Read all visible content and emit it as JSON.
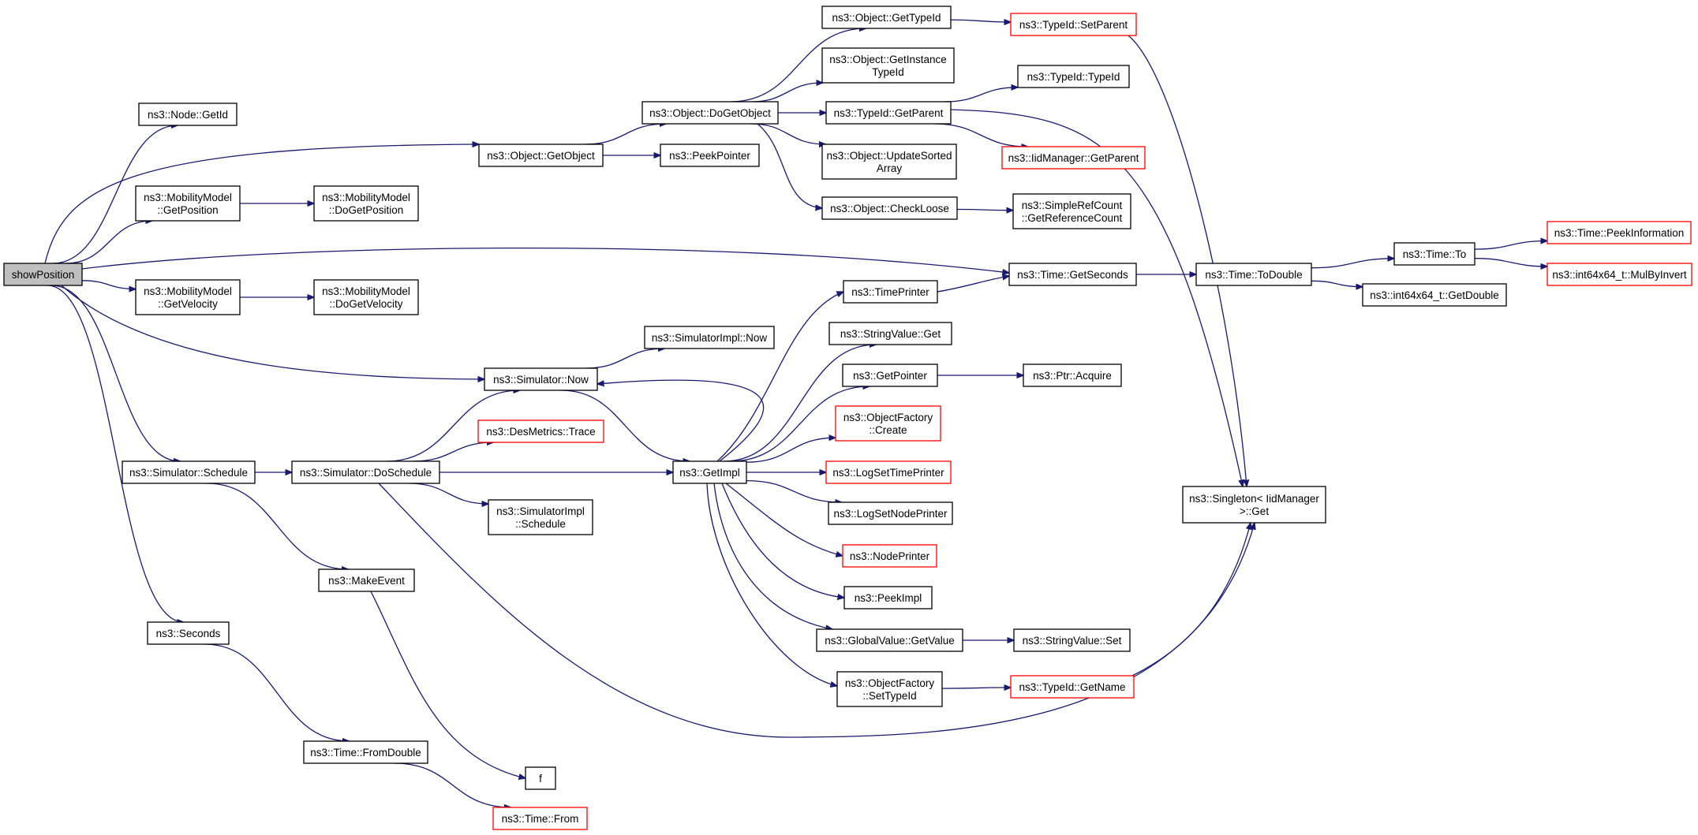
{
  "colors": {
    "edge": "#191970",
    "border": "#000000",
    "border_red": "#ff0000",
    "root_fill": "#bfbfbf",
    "background": "#ffffff"
  },
  "nodes": [
    {
      "id": "showPosition",
      "lines": [
        "showPosition"
      ],
      "style": "root"
    },
    {
      "id": "getId",
      "lines": [
        "ns3::Node::GetId"
      ],
      "style": "normal"
    },
    {
      "id": "getObject",
      "lines": [
        "ns3::Object::GetObject"
      ],
      "style": "normal"
    },
    {
      "id": "mmGetPos",
      "lines": [
        "ns3::MobilityModel",
        "::GetPosition"
      ],
      "style": "normal"
    },
    {
      "id": "mmDoGetPos",
      "lines": [
        "ns3::MobilityModel",
        "::DoGetPosition"
      ],
      "style": "normal"
    },
    {
      "id": "mmGetVel",
      "lines": [
        "ns3::MobilityModel",
        "::GetVelocity"
      ],
      "style": "normal"
    },
    {
      "id": "mmDoGetVel",
      "lines": [
        "ns3::MobilityModel",
        "::DoGetVelocity"
      ],
      "style": "normal"
    },
    {
      "id": "simNow",
      "lines": [
        "ns3::Simulator::Now"
      ],
      "style": "normal"
    },
    {
      "id": "simSchedule",
      "lines": [
        "ns3::Simulator::Schedule"
      ],
      "style": "normal"
    },
    {
      "id": "seconds",
      "lines": [
        "ns3::Seconds"
      ],
      "style": "normal"
    },
    {
      "id": "doGetObject",
      "lines": [
        "ns3::Object::DoGetObject"
      ],
      "style": "normal"
    },
    {
      "id": "peekPointer",
      "lines": [
        "ns3::PeekPointer"
      ],
      "style": "normal"
    },
    {
      "id": "objGetTypeId",
      "lines": [
        "ns3::Object::GetTypeId"
      ],
      "style": "normal"
    },
    {
      "id": "objGetInstanceTypeId",
      "lines": [
        "ns3::Object::GetInstance",
        "TypeId"
      ],
      "style": "normal"
    },
    {
      "id": "typeIdGetParent",
      "lines": [
        "ns3::TypeId::GetParent"
      ],
      "style": "normal"
    },
    {
      "id": "objUpdateSorted",
      "lines": [
        "ns3::Object::UpdateSorted",
        "Array"
      ],
      "style": "normal"
    },
    {
      "id": "objCheckLoose",
      "lines": [
        "ns3::Object::CheckLoose"
      ],
      "style": "normal"
    },
    {
      "id": "typeIdSetParent",
      "lines": [
        "ns3::TypeId::SetParent"
      ],
      "style": "red"
    },
    {
      "id": "typeIdTypeId",
      "lines": [
        "ns3::TypeId::TypeId"
      ],
      "style": "normal"
    },
    {
      "id": "iidGetParent",
      "lines": [
        "ns3::IidManager::GetParent"
      ],
      "style": "red"
    },
    {
      "id": "simpleRefCount",
      "lines": [
        "ns3::SimpleRefCount",
        "::GetReferenceCount"
      ],
      "style": "normal"
    },
    {
      "id": "timeGetSeconds",
      "lines": [
        "ns3::Time::GetSeconds"
      ],
      "style": "normal"
    },
    {
      "id": "timeToDouble",
      "lines": [
        "ns3::Time::ToDouble"
      ],
      "style": "normal"
    },
    {
      "id": "timeTo",
      "lines": [
        "ns3::Time::To"
      ],
      "style": "normal"
    },
    {
      "id": "timePeekInfo",
      "lines": [
        "ns3::Time::PeekInformation"
      ],
      "style": "red"
    },
    {
      "id": "mulByInvert",
      "lines": [
        "ns3::int64x64_t::MulByInvert"
      ],
      "style": "red"
    },
    {
      "id": "getDouble",
      "lines": [
        "ns3::int64x64_t::GetDouble"
      ],
      "style": "normal"
    },
    {
      "id": "simImplNow",
      "lines": [
        "ns3::SimulatorImpl::Now"
      ],
      "style": "normal"
    },
    {
      "id": "simDoSchedule",
      "lines": [
        "ns3::Simulator::DoSchedule"
      ],
      "style": "normal"
    },
    {
      "id": "desMetricsTrace",
      "lines": [
        "ns3::DesMetrics::Trace"
      ],
      "style": "red"
    },
    {
      "id": "simImplSchedule",
      "lines": [
        "ns3::SimulatorImpl",
        "::Schedule"
      ],
      "style": "normal"
    },
    {
      "id": "getImpl",
      "lines": [
        "ns3::GetImpl"
      ],
      "style": "normal"
    },
    {
      "id": "makeEvent",
      "lines": [
        "ns3::MakeEvent"
      ],
      "style": "normal"
    },
    {
      "id": "timeFromDouble",
      "lines": [
        "ns3::Time::FromDouble"
      ],
      "style": "normal"
    },
    {
      "id": "timeFrom",
      "lines": [
        "ns3::Time::From"
      ],
      "style": "red"
    },
    {
      "id": "f",
      "lines": [
        "f"
      ],
      "style": "normal"
    },
    {
      "id": "timePrinter",
      "lines": [
        "ns3::TimePrinter"
      ],
      "style": "normal"
    },
    {
      "id": "stringValueGet",
      "lines": [
        "ns3::StringValue::Get"
      ],
      "style": "normal"
    },
    {
      "id": "getPointer",
      "lines": [
        "ns3::GetPointer"
      ],
      "style": "normal"
    },
    {
      "id": "ptrAcquire",
      "lines": [
        "ns3::Ptr::Acquire"
      ],
      "style": "normal"
    },
    {
      "id": "objFactoryCreate",
      "lines": [
        "ns3::ObjectFactory",
        "::Create"
      ],
      "style": "red"
    },
    {
      "id": "logSetTimePrinter",
      "lines": [
        "ns3::LogSetTimePrinter"
      ],
      "style": "red"
    },
    {
      "id": "logSetNodePrinter",
      "lines": [
        "ns3::LogSetNodePrinter"
      ],
      "style": "normal"
    },
    {
      "id": "nodePrinter",
      "lines": [
        "ns3::NodePrinter"
      ],
      "style": "red"
    },
    {
      "id": "peekImpl",
      "lines": [
        "ns3::PeekImpl"
      ],
      "style": "normal"
    },
    {
      "id": "globalValueGetValue",
      "lines": [
        "ns3::GlobalValue::GetValue"
      ],
      "style": "normal"
    },
    {
      "id": "stringValueSet",
      "lines": [
        "ns3::StringValue::Set"
      ],
      "style": "normal"
    },
    {
      "id": "objFactorySetTypeId",
      "lines": [
        "ns3::ObjectFactory",
        "::SetTypeId"
      ],
      "style": "normal"
    },
    {
      "id": "typeIdGetName",
      "lines": [
        "ns3::TypeId::GetName"
      ],
      "style": "red"
    },
    {
      "id": "singletonGet",
      "lines": [
        "ns3::Singleton< IidManager",
        " >::Get"
      ],
      "style": "normal"
    }
  ],
  "edges": [
    {
      "from": "showPosition",
      "to": "getId"
    },
    {
      "from": "showPosition",
      "to": "getObject"
    },
    {
      "from": "showPosition",
      "to": "mmGetPos"
    },
    {
      "from": "showPosition",
      "to": "timeGetSeconds"
    },
    {
      "from": "showPosition",
      "to": "mmGetVel"
    },
    {
      "from": "showPosition",
      "to": "simNow"
    },
    {
      "from": "showPosition",
      "to": "simSchedule"
    },
    {
      "from": "showPosition",
      "to": "seconds"
    },
    {
      "from": "getObject",
      "to": "doGetObject"
    },
    {
      "from": "getObject",
      "to": "peekPointer"
    },
    {
      "from": "mmGetPos",
      "to": "mmDoGetPos"
    },
    {
      "from": "mmGetVel",
      "to": "mmDoGetVel"
    },
    {
      "from": "doGetObject",
      "to": "objGetTypeId"
    },
    {
      "from": "doGetObject",
      "to": "objGetInstanceTypeId"
    },
    {
      "from": "doGetObject",
      "to": "typeIdGetParent"
    },
    {
      "from": "doGetObject",
      "to": "objUpdateSorted"
    },
    {
      "from": "doGetObject",
      "to": "objCheckLoose"
    },
    {
      "from": "objGetTypeId",
      "to": "typeIdSetParent"
    },
    {
      "from": "typeIdSetParent",
      "to": "singletonGet"
    },
    {
      "from": "typeIdGetParent",
      "to": "typeIdTypeId"
    },
    {
      "from": "typeIdGetParent",
      "to": "iidGetParent"
    },
    {
      "from": "typeIdGetParent",
      "to": "singletonGet"
    },
    {
      "from": "objCheckLoose",
      "to": "simpleRefCount"
    },
    {
      "from": "timeGetSeconds",
      "to": "timeToDouble"
    },
    {
      "from": "timeToDouble",
      "to": "timeTo"
    },
    {
      "from": "timeToDouble",
      "to": "getDouble"
    },
    {
      "from": "timeTo",
      "to": "timePeekInfo"
    },
    {
      "from": "timeTo",
      "to": "mulByInvert"
    },
    {
      "from": "simNow",
      "to": "simImplNow"
    },
    {
      "from": "simNow",
      "to": "getImpl"
    },
    {
      "from": "simSchedule",
      "to": "simDoSchedule"
    },
    {
      "from": "simSchedule",
      "to": "makeEvent"
    },
    {
      "from": "simDoSchedule",
      "to": "simNow"
    },
    {
      "from": "simDoSchedule",
      "to": "desMetricsTrace"
    },
    {
      "from": "simDoSchedule",
      "to": "getImpl"
    },
    {
      "from": "simDoSchedule",
      "to": "simImplSchedule"
    },
    {
      "from": "simDoSchedule",
      "to": "singletonGet"
    },
    {
      "from": "seconds",
      "to": "timeFromDouble"
    },
    {
      "from": "timeFromDouble",
      "to": "timeFrom"
    },
    {
      "from": "makeEvent",
      "to": "f"
    },
    {
      "from": "getImpl",
      "to": "simNow"
    },
    {
      "from": "getImpl",
      "to": "timePrinter"
    },
    {
      "from": "getImpl",
      "to": "stringValueGet"
    },
    {
      "from": "getImpl",
      "to": "getPointer"
    },
    {
      "from": "getImpl",
      "to": "objFactoryCreate"
    },
    {
      "from": "getImpl",
      "to": "logSetTimePrinter"
    },
    {
      "from": "getImpl",
      "to": "logSetNodePrinter"
    },
    {
      "from": "getImpl",
      "to": "nodePrinter"
    },
    {
      "from": "getImpl",
      "to": "peekImpl"
    },
    {
      "from": "getImpl",
      "to": "globalValueGetValue"
    },
    {
      "from": "getImpl",
      "to": "objFactorySetTypeId"
    },
    {
      "from": "timePrinter",
      "to": "timeGetSeconds"
    },
    {
      "from": "getPointer",
      "to": "ptrAcquire"
    },
    {
      "from": "globalValueGetValue",
      "to": "stringValueSet"
    },
    {
      "from": "objFactorySetTypeId",
      "to": "typeIdGetName"
    },
    {
      "from": "typeIdGetName",
      "to": "singletonGet"
    }
  ]
}
